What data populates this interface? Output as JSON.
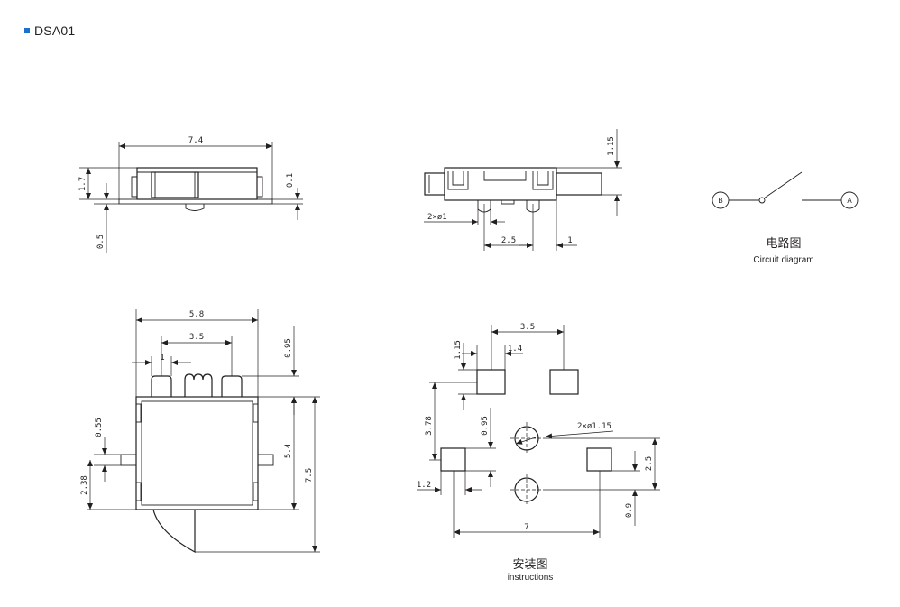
{
  "header": {
    "title": "DSA01"
  },
  "colors": {
    "accent": "#1a73c8",
    "ink": "#231f20"
  },
  "side_view": {
    "width": "7.4",
    "height": "1.7",
    "gap": "0.1",
    "standoff": "0.5"
  },
  "front_view": {
    "height": "1.15",
    "hole": "2×ø1",
    "pitch": "2.5",
    "offset": "1"
  },
  "circuit": {
    "node_b": "B",
    "node_a": "A",
    "title_cn": "电路图",
    "title_en": "Circuit diagram"
  },
  "top_view": {
    "width": "5.8",
    "pitch": "3.5",
    "pin_width": "1",
    "top_gap": "0.95",
    "body_h": "5.4",
    "total_h": "7.5",
    "lever_w": "0.55",
    "lever_pos": "2.38"
  },
  "footprint": {
    "pitch_x": "3.5",
    "pad_h": "1.15",
    "pad_w": "1.4",
    "row_pitch": "3.78",
    "hole_gap": "0.95",
    "holes": "2×ø1.15",
    "pad_w2": "1.2",
    "span": "7",
    "hole_pitch": "2.5",
    "offset_y": "0.9",
    "title_cn": "安装图",
    "title_en": "instructions"
  }
}
